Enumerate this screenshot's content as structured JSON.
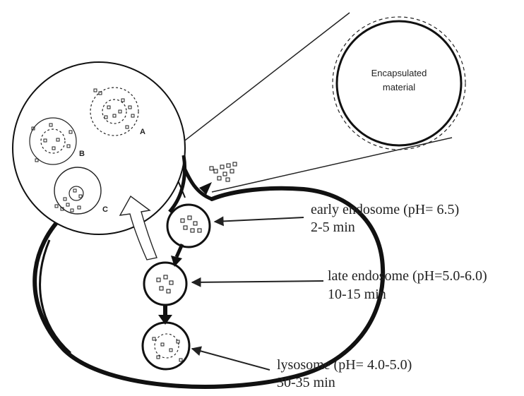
{
  "encapsulated_label": [
    "Encapsulated",
    "material"
  ],
  "inset_letters": {
    "a": "A",
    "b": "B",
    "c": "C"
  },
  "stages": [
    {
      "name": "early endosome (pH= 6.5)",
      "time": "2-5 min"
    },
    {
      "name": "late endosome (pH=5.0-6.0)",
      "time": "10-15 min"
    },
    {
      "name": "lysosome (pH= 4.0-5.0)",
      "time": "30-35 min"
    }
  ],
  "colors": {
    "ink": "#222222",
    "background": "#ffffff"
  }
}
